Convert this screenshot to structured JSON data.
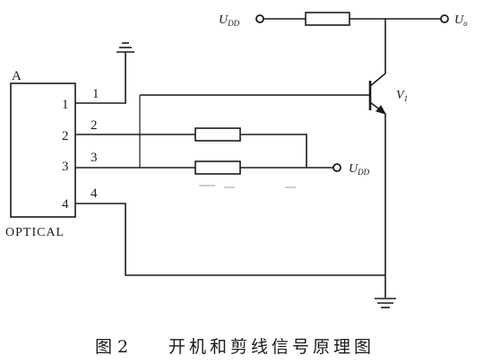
{
  "connector": {
    "letter": "A",
    "name": "OPTICAL",
    "pins": [
      "1",
      "2",
      "3",
      "4"
    ]
  },
  "wires": [
    "1",
    "2",
    "3",
    "4"
  ],
  "supply_top_left": {
    "main": "U",
    "sub": "DD"
  },
  "supply_top_right": {
    "main": "U",
    "sub": "o"
  },
  "supply_mid": {
    "main": "U",
    "sub": "DD"
  },
  "transistor": {
    "main": "V",
    "sub": "1"
  },
  "caption": {
    "fig": "图 2",
    "title": "开机和剪线信号原理图"
  }
}
